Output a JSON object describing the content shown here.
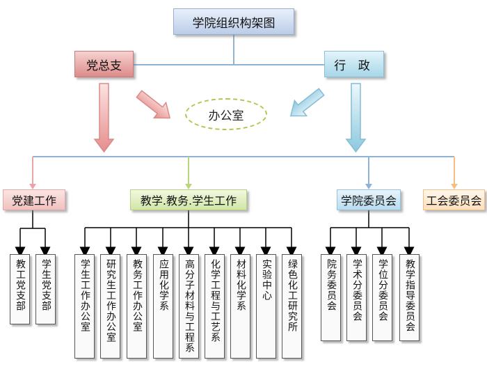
{
  "title": "学院组织构架图",
  "level1": {
    "party": "党总支",
    "admin": "行 政"
  },
  "office": "办公室",
  "level2": {
    "party_work": "党建工作",
    "teaching": "教学.教务.学生工作",
    "committee": "学院委员会",
    "union": "工会委员会"
  },
  "party_branches": [
    "教工党支部",
    "学生党支部"
  ],
  "teaching_units": [
    "学生工作办公室",
    "研究生工作办公室",
    "教务工作办公室",
    "应用化学系",
    "高分子材料与工程系",
    "化学工程与工艺系",
    "材料化学系",
    "实验中心",
    "绿色化工研究所"
  ],
  "committees": [
    "院务委员会",
    "学术分委员会",
    "学位分委员会",
    "教学指导委员会"
  ],
  "colors": {
    "connector": "#8fb3d6",
    "party_arrow": "#e8a5a3",
    "admin_arrow": "#a8d8ea",
    "teaching_line": "#b8d67a",
    "union_line": "#f6bf82",
    "office_border": "#b7c24e"
  }
}
